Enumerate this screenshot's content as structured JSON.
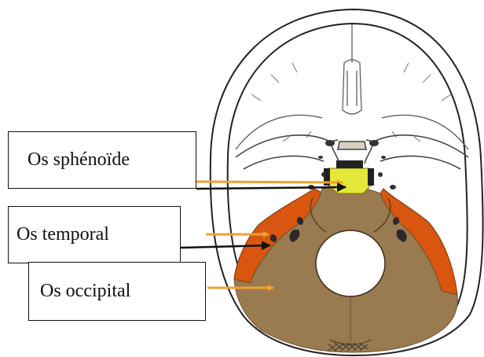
{
  "labels": {
    "sphenoide": "Os sphénoïde",
    "temporal": "Os temporal",
    "occipital": "Os occipital"
  },
  "colors": {
    "sphenoid_bone": "#e3e83a",
    "temporal_bone": "#d8560f",
    "occipital_bone": "#9a7a4f",
    "arrow_orange": "#f0a030",
    "arrow_black": "#111111",
    "outline": "#222222"
  }
}
